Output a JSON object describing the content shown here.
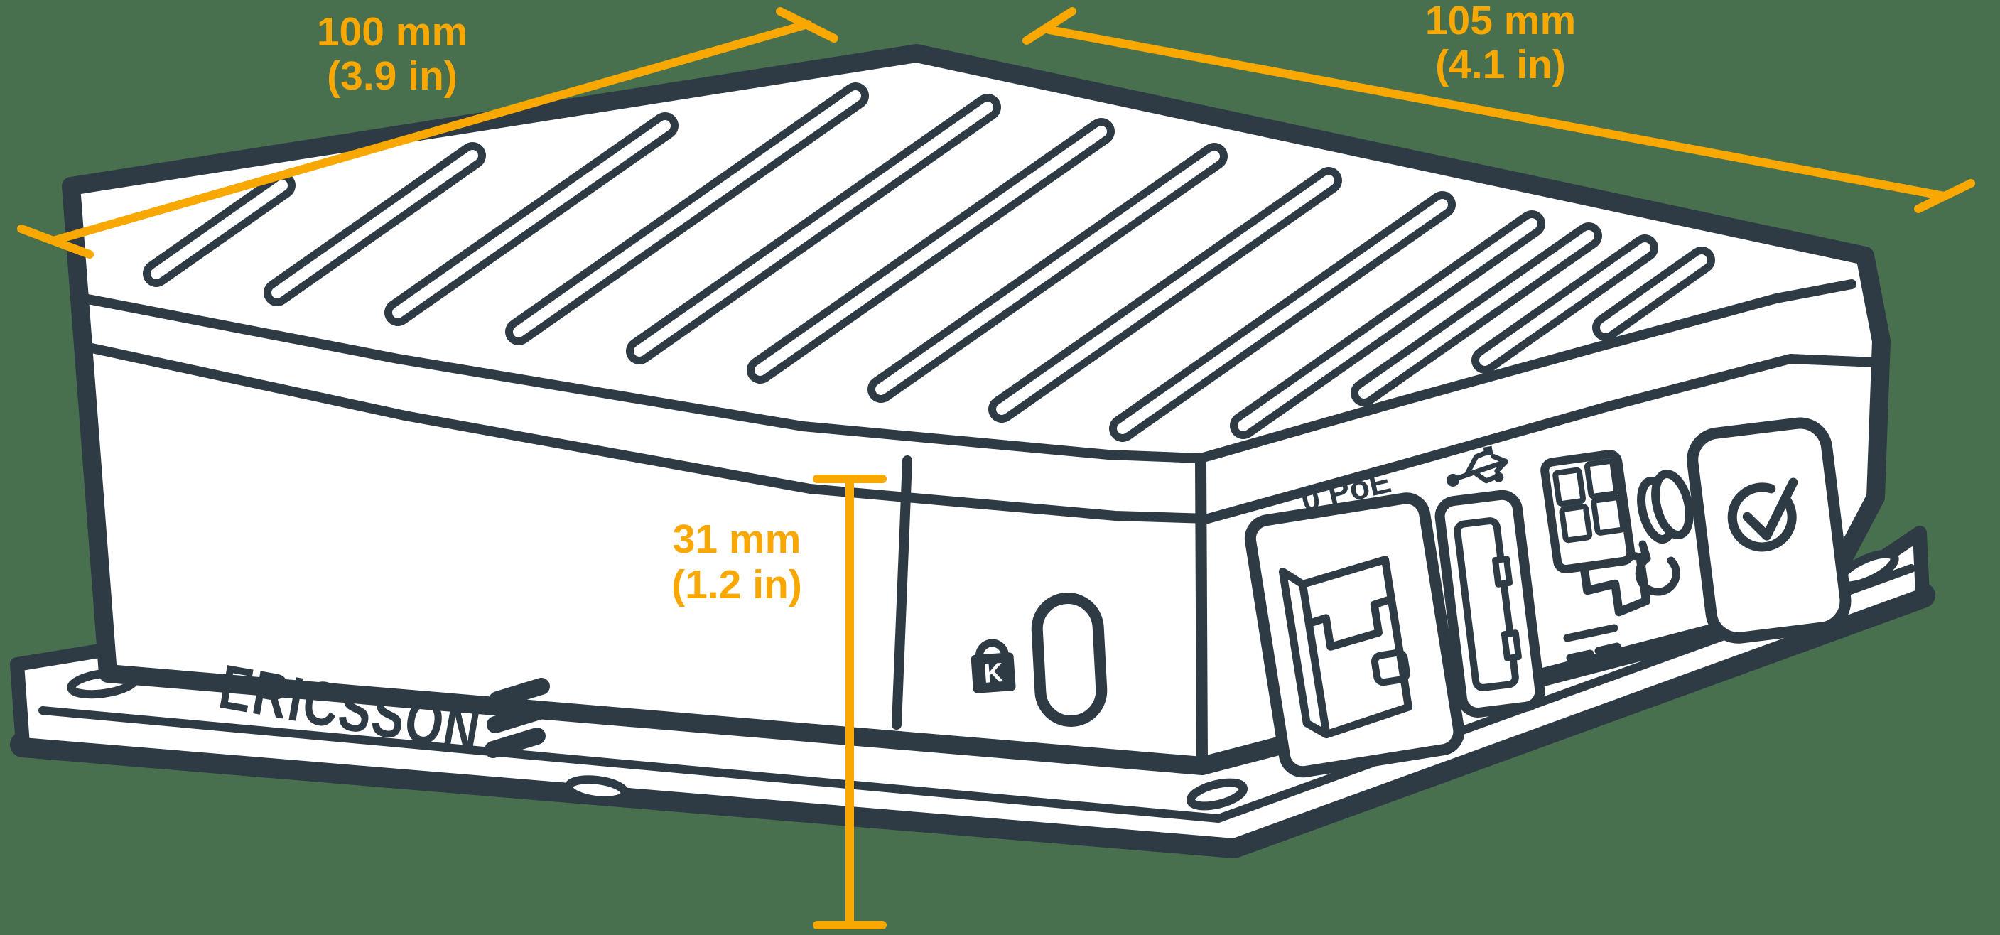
{
  "illustration": {
    "brand_wordmark": "ERICSSON",
    "port_label": "0 PoE",
    "kensington_letter": "K",
    "dimensions": {
      "width_left": {
        "metric": "100 mm",
        "imperial": "(3.9 in)"
      },
      "width_right": {
        "metric": "105 mm",
        "imperial": "(4.1 in)"
      },
      "height": {
        "metric": "31 mm",
        "imperial": "(1.2 in)"
      }
    },
    "colors": {
      "background": "#48704F",
      "line": "#2E3B45",
      "surface": "#FFFFFF",
      "accent": "#F8A800"
    },
    "icons": {
      "logo": "ericsson-bars-icon",
      "lock": "kensington-lock-icon",
      "usb": "usb-trident-icon",
      "power": "power-connector-icon",
      "led": "led-indicator",
      "reset": "reset-arrow-icon",
      "confirm": "check-circle-icon"
    }
  }
}
